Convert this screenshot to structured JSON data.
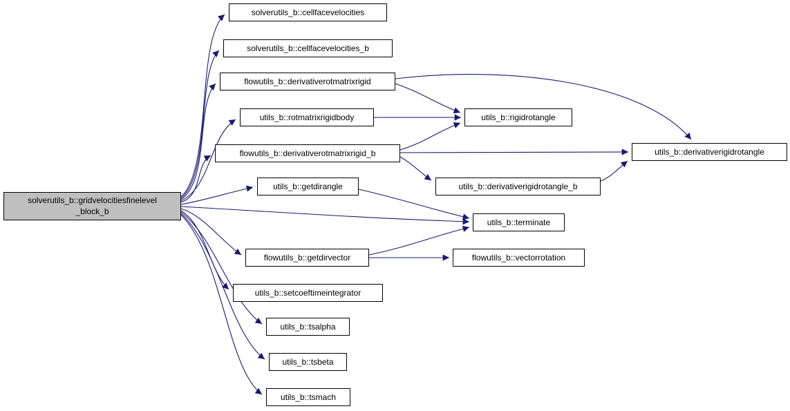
{
  "diagram": {
    "type": "call-graph",
    "colors": {
      "edge": "#191970",
      "node_border": "#000000",
      "node_fill": "#ffffff",
      "root_fill": "#bfbfbf",
      "text": "#000000"
    },
    "nodes": {
      "main": {
        "label": "solverutils_b::gridvelocitiesfinelevel_block_b",
        "lines": [
          "solverutils_b::gridvelocitiesfinelevel",
          "_block_b"
        ]
      },
      "cellfacevelocities": {
        "label": "solverutils_b::cellfacevelocities"
      },
      "cellfacevelocities_b": {
        "label": "solverutils_b::cellfacevelocities_b"
      },
      "derivativerotmatrixrigid": {
        "label": "flowutils_b::derivativerotmatrixrigid"
      },
      "rotmatrixrigidbody": {
        "label": "utils_b::rotmatrixrigidbody"
      },
      "derivativerotmatrixrigid_b": {
        "label": "flowutils_b::derivativerotmatrixrigid_b"
      },
      "getdirangle": {
        "label": "utils_b::getdirangle"
      },
      "terminate": {
        "label": "utils_b::terminate"
      },
      "getdirvector": {
        "label": "flowutils_b::getdirvector"
      },
      "setcoeftimeintegrator": {
        "label": "utils_b::setcoeftimeintegrator"
      },
      "tsalpha": {
        "label": "utils_b::tsalpha"
      },
      "tsbeta": {
        "label": "utils_b::tsbeta"
      },
      "tsmach": {
        "label": "utils_b::tsmach"
      },
      "rigidrotangle": {
        "label": "utils_b::rigidrotangle"
      },
      "derivativerigidrotangle_b": {
        "label": "utils_b::derivativerigidrotangle_b"
      },
      "derivativerigidrotangle": {
        "label": "utils_b::derivativerigidrotangle"
      },
      "vectorrotation": {
        "label": "flowutils_b::vectorrotation"
      }
    },
    "edges": [
      {
        "from": "main",
        "to": "cellfacevelocities"
      },
      {
        "from": "main",
        "to": "cellfacevelocities_b"
      },
      {
        "from": "main",
        "to": "derivativerotmatrixrigid"
      },
      {
        "from": "main",
        "to": "rotmatrixrigidbody"
      },
      {
        "from": "main",
        "to": "derivativerotmatrixrigid_b"
      },
      {
        "from": "main",
        "to": "getdirangle"
      },
      {
        "from": "main",
        "to": "terminate"
      },
      {
        "from": "main",
        "to": "getdirvector"
      },
      {
        "from": "main",
        "to": "setcoeftimeintegrator"
      },
      {
        "from": "main",
        "to": "tsalpha"
      },
      {
        "from": "main",
        "to": "tsbeta"
      },
      {
        "from": "main",
        "to": "tsmach"
      },
      {
        "from": "derivativerotmatrixrigid",
        "to": "rigidrotangle"
      },
      {
        "from": "derivativerotmatrixrigid",
        "to": "derivativerigidrotangle"
      },
      {
        "from": "rotmatrixrigidbody",
        "to": "rigidrotangle"
      },
      {
        "from": "derivativerotmatrixrigid_b",
        "to": "rigidrotangle"
      },
      {
        "from": "derivativerotmatrixrigid_b",
        "to": "derivativerigidrotangle"
      },
      {
        "from": "derivativerotmatrixrigid_b",
        "to": "derivativerigidrotangle_b"
      },
      {
        "from": "derivativerigidrotangle_b",
        "to": "derivativerigidrotangle"
      },
      {
        "from": "getdirangle",
        "to": "terminate"
      },
      {
        "from": "getdirvector",
        "to": "terminate"
      },
      {
        "from": "getdirvector",
        "to": "vectorrotation"
      }
    ]
  }
}
